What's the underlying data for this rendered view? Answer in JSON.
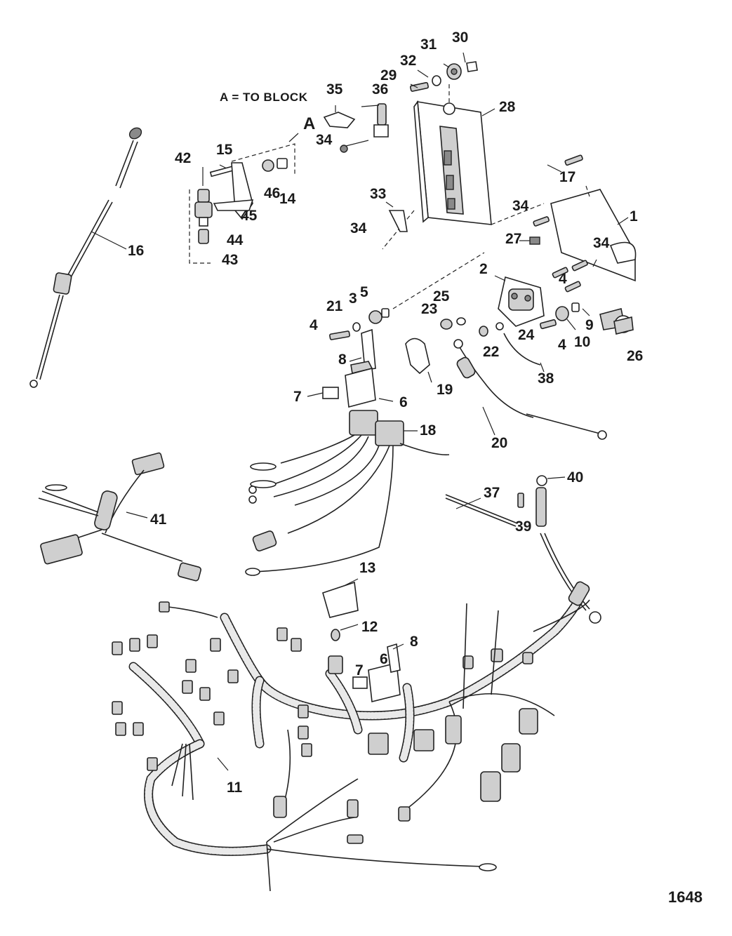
{
  "note": "A = TO BLOCK",
  "callout_a": "A",
  "figure_number": "1648",
  "callouts": [
    "1",
    "2",
    "3",
    "4",
    "5",
    "6",
    "7",
    "8",
    "9",
    "10",
    "11",
    "12",
    "13",
    "14",
    "15",
    "16",
    "17",
    "18",
    "19",
    "20",
    "21",
    "22",
    "23",
    "24",
    "25",
    "26",
    "27",
    "28",
    "29",
    "30",
    "31",
    "32",
    "33",
    "34",
    "35",
    "36",
    "37",
    "38",
    "39",
    "40",
    "41",
    "42",
    "43",
    "44",
    "45",
    "46"
  ]
}
